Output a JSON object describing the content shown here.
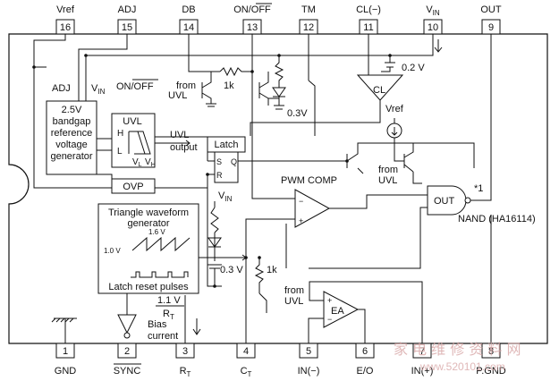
{
  "top_pins": [
    {
      "num": "16",
      "name": "Vref"
    },
    {
      "num": "15",
      "name": "ADJ"
    },
    {
      "num": "14",
      "name": "DB"
    },
    {
      "num": "13",
      "name": "ON/OFF"
    },
    {
      "num": "12",
      "name": "TM"
    },
    {
      "num": "11",
      "name": "CL(−)"
    },
    {
      "num": "10",
      "name": "V",
      "sub": "IN"
    },
    {
      "num": "9",
      "name": "OUT"
    }
  ],
  "bottom_pins": [
    {
      "num": "1",
      "name": "GND"
    },
    {
      "num": "2",
      "name": "SYNC"
    },
    {
      "num": "3",
      "name": "R",
      "sub": "T"
    },
    {
      "num": "4",
      "name": "C",
      "sub": "T"
    },
    {
      "num": "5",
      "name": "IN(−)"
    },
    {
      "num": "6",
      "name": "E/O"
    },
    {
      "num": "7",
      "name": "IN(+)"
    },
    {
      "num": "8",
      "name": "P.GND"
    }
  ],
  "labels": {
    "adj": "ADJ",
    "vin_left": "V",
    "vin_sub": "IN",
    "onoff": "ON/OFF",
    "from_uvl_1a": "from",
    "from_uvl_1b": "UVL",
    "r1k_a": "1k",
    "v02": "0.2 V",
    "v03_top": "0.3V",
    "cl": "CL",
    "vref_small": "Vref",
    "bandgap": [
      "2.5V",
      "bandgap",
      "reference",
      "voltage",
      "generator"
    ],
    "uvl": "UVL",
    "uvl_h": "H",
    "uvl_l": "L",
    "uvl_vl": "V",
    "uvl_vl_sub": "L",
    "uvl_vh": "V",
    "uvl_vh_sub": "H",
    "uvl_output_a": "UVL",
    "uvl_output_b": "output",
    "ovp": "OVP",
    "latch": "Latch",
    "latch_s": "S",
    "latch_q": "Q",
    "latch_r": "R",
    "from_uvl_2a": "from",
    "from_uvl_2b": "UVL",
    "pwm_comp": "PWM COMP",
    "vin_mid": "V",
    "vin_mid_sub": "IN",
    "out_gate": "OUT",
    "star1": "*1",
    "nand": "NAND (HA16114)",
    "triangle_a": "Triangle waveform",
    "triangle_b": "generator",
    "tri_16": "1.6 V",
    "tri_10": "1.0 V",
    "latch_reset": "Latch reset pulses",
    "v03_mid": "0.3 V",
    "r1k_b": "1k",
    "from_uvl_3a": "from",
    "from_uvl_3b": "UVL",
    "ea": "EA",
    "bias_num": "1.1 V",
    "bias_den": "R",
    "bias_den_sub": "T",
    "bias_a": "Bias",
    "bias_b": "current",
    "watermark": "家 电 维 修 资 料 网",
    "watermark_url": "www.520101.com"
  }
}
